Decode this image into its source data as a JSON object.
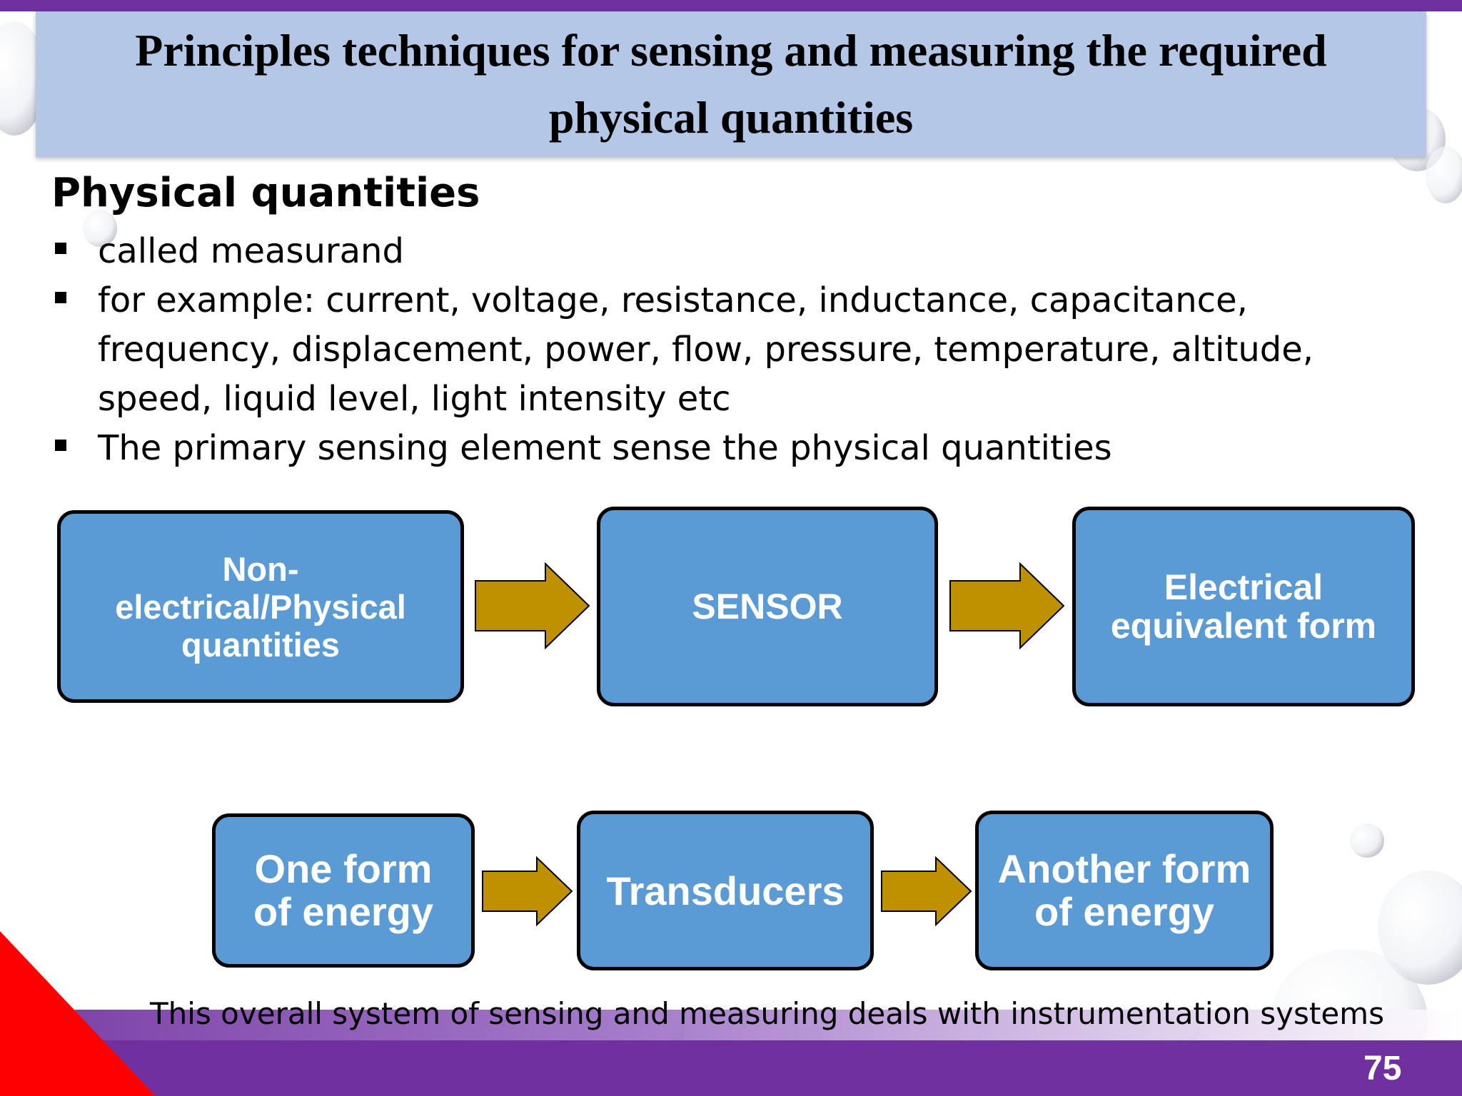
{
  "title": {
    "line1": "Principles techniques for sensing and measuring the required",
    "line2": "physical quantities"
  },
  "section": {
    "heading": "Physical quantities",
    "bullets": [
      "called measurand",
      "for example: current, voltage, resistance, inductance, capacitance, frequency, displacement, power, flow, pressure, temperature, altitude, speed, liquid level, light intensity etc",
      "The primary sensing element sense the physical quantities"
    ]
  },
  "diagram1": {
    "box1": {
      "line1": "Non-",
      "line2": "electrical/Physical",
      "line3": "quantities"
    },
    "box2": {
      "label": "SENSOR"
    },
    "box3": {
      "line1": "Electrical",
      "line2": "equivalent form"
    }
  },
  "diagram2": {
    "box1": {
      "line1": "One form",
      "line2": "of energy"
    },
    "box2": {
      "label": "Transducers"
    },
    "box3": {
      "line1": "Another form",
      "line2": "of energy"
    }
  },
  "footer": {
    "text": "This overall system of sensing and measuring deals with instrumentation systems",
    "page_number": "75"
  },
  "colors": {
    "box_fill": "#5b9bd5",
    "arrow_fill": "#bf9000",
    "title_fill": "#b4c7e7",
    "accent_purple": "#7030a0",
    "accent_red": "#ff0000"
  }
}
